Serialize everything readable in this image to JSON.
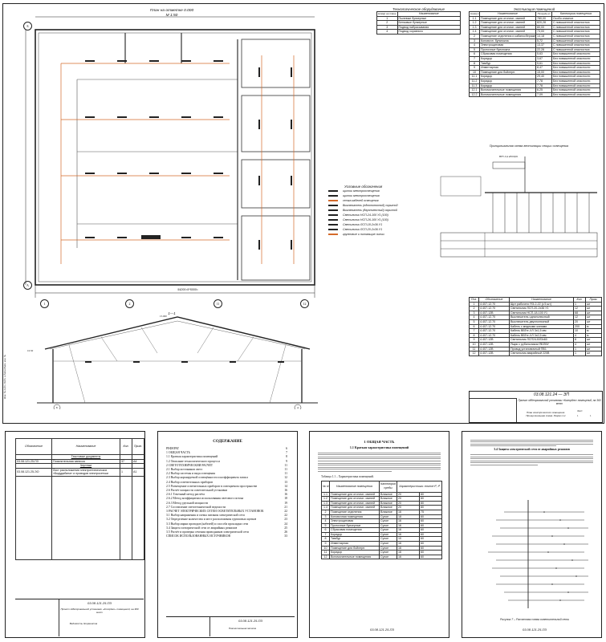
{
  "plan": {
    "title_line1": "План на отметке 0.000",
    "title_line2": "М 1:50",
    "axes_top": [
      "1",
      "2",
      "11",
      "12"
    ],
    "axes_side": [
      "Б",
      "А"
    ],
    "total_dim": "54200=5*5000=",
    "section_label": "1—1",
    "section_mark": "15.000",
    "section_left_mark": "10.50",
    "section_axes": [
      "Б",
      "А"
    ]
  },
  "equipment_table": {
    "title": "Технологическое оборудование",
    "headers": [
      "Номер на плане",
      "Наименование"
    ],
    "rows": [
      [
        "1",
        "Пылевые бункерные"
      ],
      [
        "2",
        "Бензовые бункерные"
      ],
      [
        "3",
        "Подвод набрасывания"
      ],
      [
        "4",
        "Подвод хоравного"
      ]
    ]
  },
  "rooms_table": {
    "title": "Экспликация помещений",
    "headers": [
      "Номер помещения",
      "Наименование",
      "Площадь м²",
      "Категория помещения"
    ],
    "rows": [
      [
        "1.1",
        "Помещение для отопочн. свиней",
        "780,00",
        "Особо опасное"
      ],
      [
        "1.2",
        "Помещение для отопочн. свиней",
        "820,28",
        "С повышенной опасностью"
      ],
      [
        "1.3",
        "Помещение для отопочн. свиней",
        "80,00",
        "С повышенной опасностью"
      ],
      [
        "1.4",
        "Помещение для отопочн. свиней",
        "73,00",
        "С повышенной опасностью"
      ],
      [
        "2",
        "Помещение отделения и кабаносберажения",
        "14,18",
        "С повышенной опасностью"
      ],
      [
        "3",
        "Коновочн. бункнокна",
        "5,72",
        "С повышенной опасностью"
      ],
      [
        "4",
        "Электрощитовая",
        "13,37",
        "С повышенной опасностью"
      ],
      [
        "5",
        "Проточные бункнокна",
        "22,28",
        "С повышенной опасностью"
      ],
      [
        "6",
        "Сбрасовая помещения",
        "5,63",
        "Без повышенной опасности"
      ],
      [
        "7",
        "Коридор",
        "3,67",
        "Без повышенной опасности"
      ],
      [
        "8",
        "Тамбур",
        "5,61",
        "Без повышенной опасности"
      ],
      [
        "9",
        "Инвентарная",
        "8,47",
        "Без повышенной опасности"
      ],
      [
        "10",
        "Помещение для бойлерн.",
        "15,00",
        "Без повышенной опасности"
      ],
      [
        "11.1",
        "Коридор",
        "29,40",
        "Без повышенной опасности"
      ],
      [
        "11.2",
        "Коридор",
        "7,78",
        "Без повышенной опасности"
      ],
      [
        "11.3",
        "Коридор",
        "7,78",
        "Без повышенной опасности"
      ],
      [
        "12.1",
        "Вспомогательные помещения",
        "6,25",
        "Без повышенной опасности"
      ],
      [
        "12.2",
        "Вспомогательные помещения",
        "7,09",
        "Без повышенной опасности"
      ]
    ]
  },
  "schematic": {
    "title": "Принципиальная схема вентиляции секции освещения",
    "panel_label": "ВРУ-0,4 кВ   ЩО1"
  },
  "legend": {
    "title": "Условные обозначения",
    "items": [
      "щиток электроосвещения",
      "щиток электроосвещения",
      "сетка кабелей освещения",
      "Выключатель (однополюсный) скрытой",
      "Выключатель (двухполюсный) скрытой",
      "Светильник НСП-24-100 У1 (100)",
      "Светильник НСП-26-100 У1 (100)",
      "Светильник ЛСП-18-2х36 У1",
      "Светильник ЛСП-20-2х36 У1",
      "групповые и питающие линии"
    ]
  },
  "spec_table": {
    "headers": [
      "Поз.",
      "Обозначение",
      "Наименование",
      "Кол.",
      "Прим."
    ],
    "rows": [
      [
        "1",
        "4.407-12.70",
        "Щит рабочего ЯЭ-2-22 (к 5 шт)",
        "1",
        "шт"
      ],
      [
        "2",
        "4.407-12.70",
        "Светильник ЛСП-20-2х36 У1",
        "12",
        "шт"
      ],
      [
        "3",
        "4.407-12В",
        "Светильник НСП-18-100 У1",
        "68",
        "шт"
      ],
      [
        "4",
        "4.407-12.70",
        "Выключатель однополюсный",
        "12",
        "шт"
      ],
      [
        "5",
        "4.407-12.70",
        "Выключатель двухполюсный",
        "20",
        "шт"
      ],
      [
        "6",
        "4.407-12.70",
        "Кабель с медными жилами",
        "200",
        "м"
      ],
      [
        "7",
        "4.407-12.70",
        "Кабель ВВГнг-ХЛ 3х1,5 мм",
        "10",
        "м"
      ],
      [
        "8",
        "4.407-12.70",
        "Кабель ВВГнг-ХЛ 3х2,5 мм",
        "4",
        "м"
      ],
      [
        "9",
        "4.407-12В",
        "Светильник ЛСП24-ВЛ3х60",
        "8",
        "шт"
      ],
      [
        "10",
        "4.407-12В",
        "Ящик с рубильником ЯБПВУ",
        "4",
        "шт"
      ],
      [
        "11",
        "4.407-12В",
        "Провод установочный ПВ1",
        "1",
        "шт"
      ],
      [
        "12",
        "4.407-12В",
        "Светильник аварийный 220В",
        "1",
        "шт"
      ]
    ]
  },
  "main_stamp": {
    "code": "03.08.121.24 — ЭП",
    "title": "Проект эдбетровальной установки «Колордно» помещений, на 360 мест",
    "subtitle": "План электрического освещения. Принципиальная схема. Разрез 1-1",
    "stage": "Лист",
    "sheet": "1",
    "sheets": "1"
  },
  "side_stamp_text": "Инв. № подл.   Подп. и дата   Взам. инв. №",
  "page_left": {
    "headers": [
      "Обозначение",
      "Наименование",
      "Кол.",
      "Прим."
    ],
    "section1": "Текстовые документы",
    "row1": [
      "03.08.121.25-ПЗ",
      "Пояснительная записка",
      "37",
      "А4"
    ],
    "section2": "Чертежи",
    "row2": [
      "03.08.121.25-ЭО",
      "Лист расположения электротехнических «Бидудабина» и проводов электросетьки",
      "1",
      "А1"
    ],
    "stamp_code": "03.08.121.25-ПЗ",
    "stamp_title": "Проект эдбетровальной установки «Колордно» помещений, на 360 мест",
    "stamp_sub": "Ведомость документов"
  },
  "page_toc": {
    "title": "СОДЕРЖАНИЕ",
    "items": [
      [
        "РЕФЕРАТ",
        "6"
      ],
      [
        "1 ОБЩАЯ ЧАСТЬ",
        "7"
      ],
      [
        "1.1 Краткая характеристика помещений",
        "8"
      ],
      [
        "1.2 Описание технологического процесса",
        "9"
      ],
      [
        "2 СВЕТОТЕХНИЧЕСКИЙ РАСЧЕТ",
        "11"
      ],
      [
        "2.1 Выбор источников света",
        "11"
      ],
      [
        "2.2 Выбор системы и вида освещения",
        "11"
      ],
      [
        "2.3 Выбор нормируемой освещённости и коэффициента запаса",
        "12"
      ],
      [
        "2.4 Выбор осветительных приборов",
        "13"
      ],
      [
        "2.5 Размещение осветительных приборов в освещаемом пространстве",
        "14"
      ],
      [
        "2.6 Расчёт мощности осветительной установки",
        "16"
      ],
      [
        "2.6.1 Точечный метод расчёта",
        "16"
      ],
      [
        "2.6.2 Метод коэффициента использования светового потока",
        "18"
      ],
      [
        "2.6.3 Метод удельной мощности",
        "19"
      ],
      [
        "2.7 Составление светотехнической ведомости",
        "21"
      ],
      [
        "3 РАСЧЕТ ЭЛЕКТРИЧЕСКИХ СЕТЕЙ ОСВЕТИТЕЛЬНЫХ УСТАНОВОК",
        "22"
      ],
      [
        "3.1 Выбор напряжения и схемы питания электрической сети",
        "22"
      ],
      [
        "3.2 Определение количества и мест расположения групповых щитков",
        "23"
      ],
      [
        "3.3 Выбор марки проводов (кабелей) и способа прокладки сети",
        "24"
      ],
      [
        "3.4 Защита электрической сети от аварийных режимов",
        "25"
      ],
      [
        "3.5 Расчёт и проверка сечения проводников электрической сети",
        "26"
      ],
      [
        "СПИСОК ИСПОЛЬЗОВАННЫХ ИСТОЧНИКОВ",
        "33"
      ]
    ],
    "stamp_code": "03.08.121.25-ПЗ",
    "stamp_sub": "Пояснительная записка"
  },
  "page_text": {
    "heading": "1 ОБЩАЯ ЧАСТЬ",
    "subheading": "1.1 Краткая характеристика помещений",
    "table_caption": "Таблица 1.1 – Характеристика помещений.",
    "table_headers": [
      "№ п/п",
      "Наименование помещения",
      "Категория среды",
      "Характеристика: ночное tº, tº"
    ],
    "rows": [
      [
        "1.1",
        "Помещение для отопочн. свиней",
        "Влажное",
        "20",
        "80"
      ],
      [
        "1.2",
        "Помещение для отопочн. свиней",
        "Влажное",
        "20",
        "80"
      ],
      [
        "1.3",
        "Помещение для отопочн. свиней",
        "Влажное",
        "20",
        "80"
      ],
      [
        "1.4",
        "Помещение для отопочн. свиней",
        "Влажное",
        "20",
        "80"
      ],
      [
        "2",
        "Помещение отделения",
        "Влажное",
        "16",
        "75"
      ],
      [
        "3",
        "Коновочная помещения",
        "Сухое",
        "18",
        "60"
      ],
      [
        "4",
        "Электрощитовая",
        "Сухое",
        "16",
        "60"
      ],
      [
        "5",
        "Проточные бункерные",
        "Сухое",
        "16",
        "60"
      ],
      [
        "6",
        "Сбрасовая помещения",
        "Сухое",
        "16",
        "60"
      ],
      [
        "7",
        "Коридор",
        "Сухое",
        "16",
        "60"
      ],
      [
        "8",
        "Тамбур",
        "Сухое",
        "10",
        "60"
      ],
      [
        "9",
        "Инвентарная",
        "Сухое",
        "16",
        "60"
      ],
      [
        "10",
        "Помещение для бойлерн.",
        "Сухое",
        "16",
        "60"
      ],
      [
        "11",
        "Коридор",
        "Сухое",
        "16",
        "60"
      ],
      [
        "12",
        "Вспомогательные помещения",
        "Сухое",
        "16",
        "60"
      ]
    ],
    "stamp_code": "03.08.121.25-ПЗ"
  },
  "page_chart": {
    "heading": "3.4 Защита электрической сети от аварийных режимов",
    "caption": "Рисунок 7 – Расчетная схема осветительной сети",
    "stamp_code": "03.08.121.25-ПЗ"
  }
}
